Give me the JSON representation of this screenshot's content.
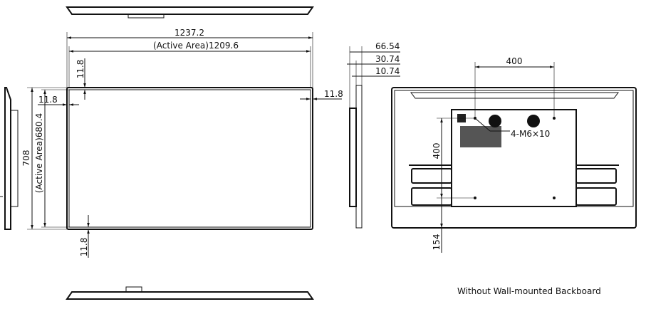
{
  "front_view": {
    "overall_width": "1237.2",
    "active_width": "(Active Area)1209.6",
    "overall_height": "708",
    "active_height": "(Active Area)680.4",
    "bezel_top": "11.8",
    "bezel_left": "11.8",
    "bezel_right": "11.8",
    "bezel_bottom": "11.8"
  },
  "side_view": {
    "depth_total": "66.54",
    "depth_mid": "30.74",
    "depth_panel": "10.74"
  },
  "back_view": {
    "vesa_horizontal": "400",
    "vesa_vertical": "400",
    "bottom_offset": "154",
    "screw_spec": "4-M6×10",
    "caption": "Without Wall-mounted Backboard"
  }
}
